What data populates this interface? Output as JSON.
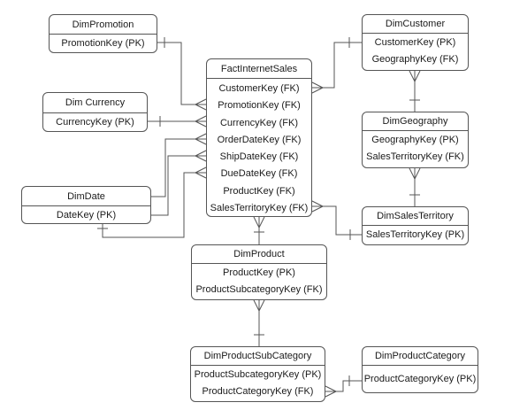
{
  "diagram": {
    "entities": {
      "dim_promotion": {
        "title": "DimPromotion",
        "fields": [
          "PromotionKey (PK)"
        ]
      },
      "dim_currency": {
        "title": "Dim Currency",
        "fields": [
          "CurrencyKey (PK)"
        ]
      },
      "dim_date": {
        "title": "DimDate",
        "fields": [
          "DateKey (PK)"
        ]
      },
      "fact_internet_sales": {
        "title": "FactInternetSales",
        "fields": [
          "CustomerKey (FK)",
          "PromotionKey (FK)",
          "CurrencyKey (FK)",
          "OrderDateKey (FK)",
          "ShipDateKey (FK)",
          "DueDateKey (FK)",
          "ProductKey (FK)",
          "SalesTerritoryKey (FK)"
        ]
      },
      "dim_customer": {
        "title": "DimCustomer",
        "fields": [
          "CustomerKey (PK)",
          "GeographyKey (FK)"
        ]
      },
      "dim_geography": {
        "title": "DimGeography",
        "fields": [
          "GeographyKey (PK)",
          "SalesTerritoryKey (FK)"
        ]
      },
      "dim_sales_territory": {
        "title": "DimSalesTerritory",
        "fields": [
          "SalesTerritoryKey (PK)"
        ]
      },
      "dim_product": {
        "title": "DimProduct",
        "fields": [
          "ProductKey (PK)",
          "ProductSubcategoryKey (FK)"
        ]
      },
      "dim_product_subcategory": {
        "title": "DimProductSubCategory",
        "fields": [
          "ProductSubcategoryKey (PK)",
          "ProductCategoryKey (FK)"
        ]
      },
      "dim_product_category": {
        "title": "DimProductCategory",
        "fields": [
          "ProductCategoryKey (PK)"
        ]
      }
    },
    "relationships": [
      {
        "from": "dim_promotion",
        "to": "fact_internet_sales",
        "kind": "one-to-many"
      },
      {
        "from": "dim_currency",
        "to": "fact_internet_sales",
        "kind": "one-to-many"
      },
      {
        "from": "dim_date",
        "to": "fact_internet_sales",
        "kind": "one-to-many"
      },
      {
        "from": "dim_customer",
        "to": "fact_internet_sales",
        "kind": "one-to-many"
      },
      {
        "from": "dim_sales_territory",
        "to": "fact_internet_sales",
        "kind": "one-to-many"
      },
      {
        "from": "dim_product",
        "to": "fact_internet_sales",
        "kind": "one-to-many"
      },
      {
        "from": "dim_geography",
        "to": "dim_customer",
        "kind": "one-to-many"
      },
      {
        "from": "dim_sales_territory",
        "to": "dim_geography",
        "kind": "one-to-many"
      },
      {
        "from": "dim_product_subcategory",
        "to": "dim_product",
        "kind": "one-to-many"
      },
      {
        "from": "dim_product_category",
        "to": "dim_product_subcategory",
        "kind": "one-to-many"
      }
    ],
    "colors": {
      "line": "#555555",
      "border": "#555555",
      "background": "#ffffff"
    }
  }
}
